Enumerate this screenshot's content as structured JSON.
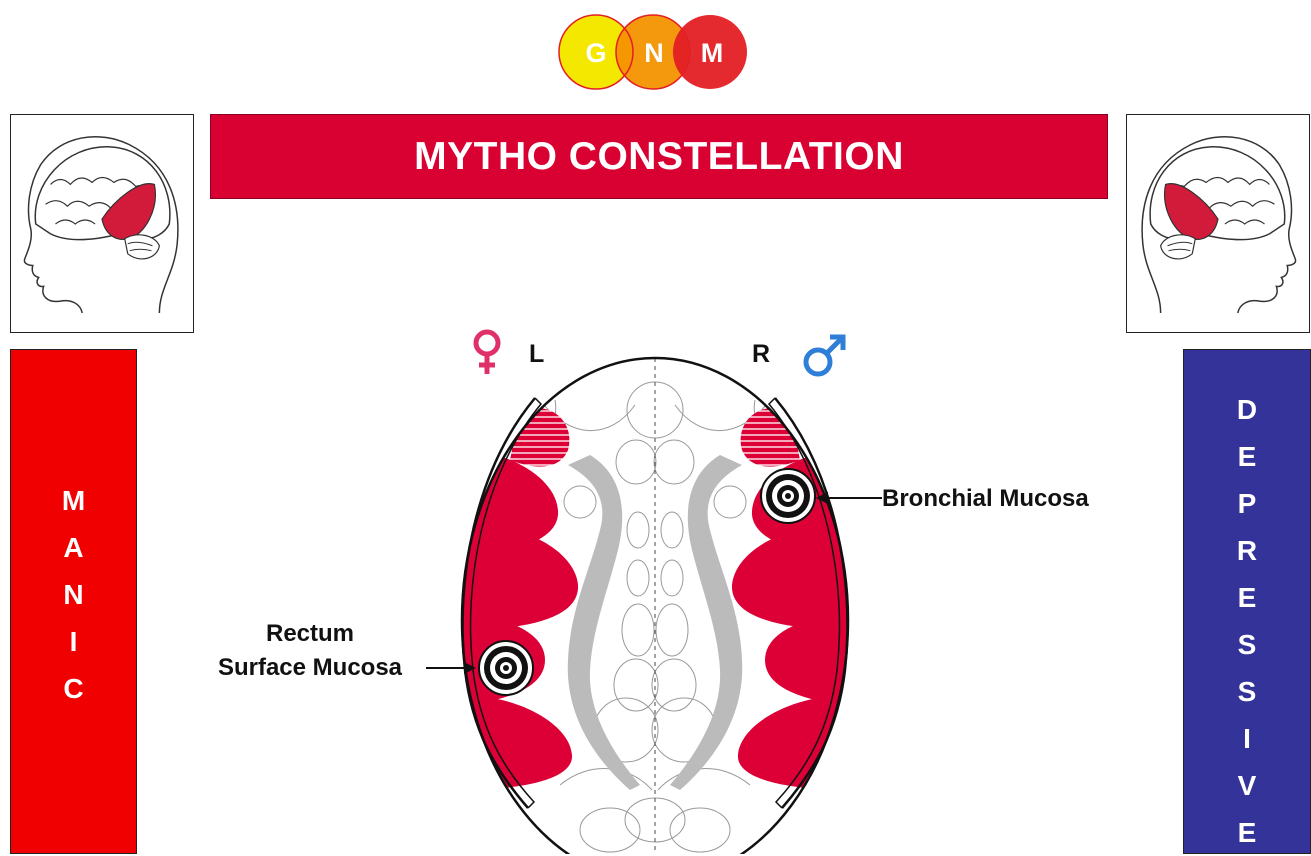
{
  "logo": {
    "letters": [
      "G",
      "N",
      "M"
    ],
    "colors": [
      "#f5e800",
      "#f39200",
      "#e31e24"
    ]
  },
  "title": "MYTHO CONSTELLATION",
  "left_panel": {
    "letters": [
      "M",
      "A",
      "N",
      "I",
      "C"
    ],
    "color": "#f00000"
  },
  "right_panel": {
    "letters": [
      "D",
      "E",
      "P",
      "R",
      "E",
      "S",
      "S",
      "I",
      "V",
      "E"
    ],
    "color": "#333399"
  },
  "sides": {
    "left": "L",
    "right": "R"
  },
  "genders": {
    "left": "female-symbol-icon",
    "right": "male-symbol-icon",
    "female_color": "#e0306a",
    "male_color": "#2f7fd8"
  },
  "annotations": {
    "bronchial": "Bronchial Mucosa",
    "rectum_line1": "Rectum",
    "rectum_line2": "Surface Mucosa"
  },
  "colors": {
    "relay_red": "#dc0036",
    "gray_structure": "#bbbbbb"
  }
}
